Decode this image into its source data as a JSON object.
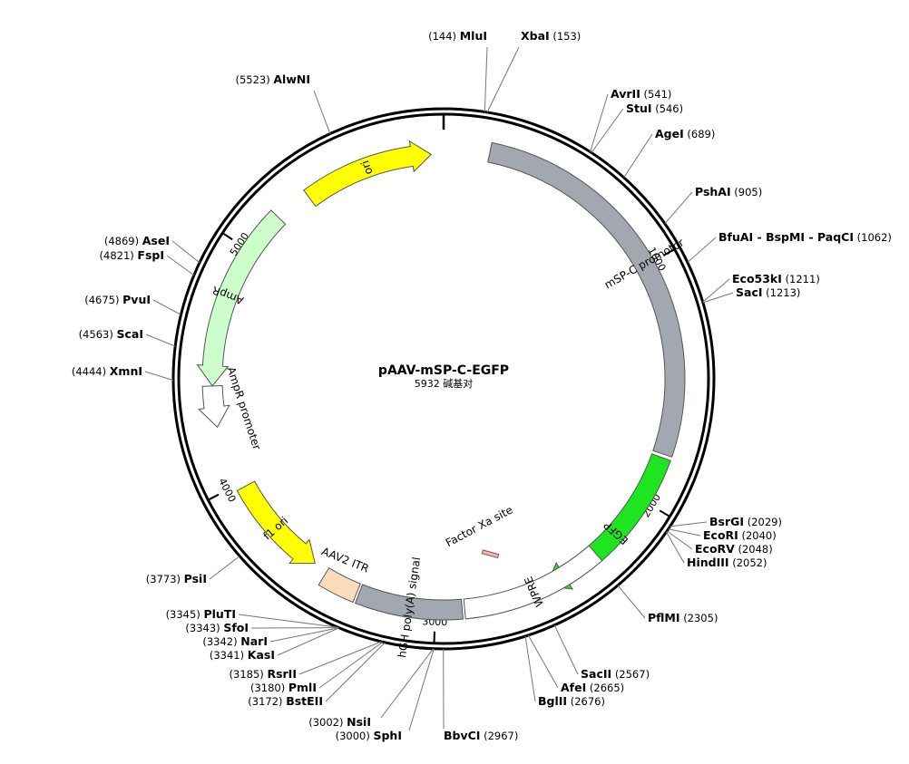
{
  "plasmid": {
    "name": "pAAV-mSP-C-EGFP",
    "length": 5932,
    "size_text": "5932 碱基对"
  },
  "ticks": [
    {
      "bp": 1000,
      "label": "1000"
    },
    {
      "bp": 2000,
      "label": "2000"
    },
    {
      "bp": 3000,
      "label": "3000"
    },
    {
      "bp": 4000,
      "label": "4000"
    },
    {
      "bp": 5000,
      "label": "5000"
    }
  ],
  "features": [
    {
      "label": "mSP-C promotor",
      "start": 190,
      "end": 1795,
      "type": "box",
      "color": "#a3a8b0"
    },
    {
      "label": "EGFP",
      "start": 1810,
      "end": 2530,
      "type": "arrow",
      "color": "#1ee51e"
    },
    {
      "label": "WPRE",
      "start": 2290,
      "end": 2880,
      "type": "box",
      "color": "#ffffff"
    },
    {
      "label": "hGH poly(A) signal",
      "start": 2890,
      "end": 3320,
      "type": "box",
      "color": "#a3a8b0"
    },
    {
      "label": "AAV2 ITR",
      "start": 3330,
      "end": 3480,
      "type": "box",
      "color": "#fcdcbc"
    },
    {
      "label": "f1 ori",
      "start": 3540,
      "end": 3980,
      "type": "arrow",
      "color": "#ffff00"
    },
    {
      "label": "AmpR promoter",
      "start": 4250,
      "end": 4420,
      "type": "arrow",
      "color": "#ffffff"
    },
    {
      "label": "AmpR",
      "start": 4420,
      "end": 5180,
      "type": "arrow",
      "color": "#ccffcc"
    },
    {
      "label": "ori",
      "start": 5330,
      "end": 5880,
      "type": "arrow",
      "color": "#ffff00"
    }
  ],
  "misc_features": [
    {
      "label": "Factor Xa site",
      "bp": 2720
    }
  ],
  "sites": [
    {
      "name": "MluI",
      "pos": "(144)"
    },
    {
      "name": "XbaI",
      "pos": "(153)"
    },
    {
      "name": "AvrII",
      "pos": "(541)"
    },
    {
      "name": "StuI",
      "pos": "(546)"
    },
    {
      "name": "AgeI",
      "pos": "(689)"
    },
    {
      "name": "PshAI",
      "pos": "(905)"
    },
    {
      "name": "BfuAI - BspMI - PaqCI",
      "pos": "(1062)"
    },
    {
      "name": "Eco53kI",
      "pos": "(1211)"
    },
    {
      "name": "SacI",
      "pos": "(1213)"
    },
    {
      "name": "BsrGI",
      "pos": "(2029)"
    },
    {
      "name": "EcoRI",
      "pos": "(2040)"
    },
    {
      "name": "EcoRV",
      "pos": "(2048)"
    },
    {
      "name": "HindIII",
      "pos": "(2052)"
    },
    {
      "name": "PflMI",
      "pos": "(2305)"
    },
    {
      "name": "SacII",
      "pos": "(2567)"
    },
    {
      "name": "AfeI",
      "pos": "(2665)"
    },
    {
      "name": "BglII",
      "pos": "(2676)"
    },
    {
      "name": "BbvCI",
      "pos": "(2967)"
    },
    {
      "name": "SphI",
      "pos": "(3000)"
    },
    {
      "name": "NsiI",
      "pos": "(3002)"
    },
    {
      "name": "BstEII",
      "pos": "(3172)"
    },
    {
      "name": "PmlI",
      "pos": "(3180)"
    },
    {
      "name": "RsrII",
      "pos": "(3185)"
    },
    {
      "name": "KasI",
      "pos": "(3341)"
    },
    {
      "name": "NarI",
      "pos": "(3342)"
    },
    {
      "name": "SfoI",
      "pos": "(3343)"
    },
    {
      "name": "PluTI",
      "pos": "(3345)"
    },
    {
      "name": "PsiI",
      "pos": "(3773)"
    },
    {
      "name": "XmnI",
      "pos": "(4444)"
    },
    {
      "name": "ScaI",
      "pos": "(4563)"
    },
    {
      "name": "PvuI",
      "pos": "(4675)"
    },
    {
      "name": "FspI",
      "pos": "(4821)"
    },
    {
      "name": "AseI",
      "pos": "(4869)"
    },
    {
      "name": "AlwNI",
      "pos": "(5523)"
    }
  ]
}
